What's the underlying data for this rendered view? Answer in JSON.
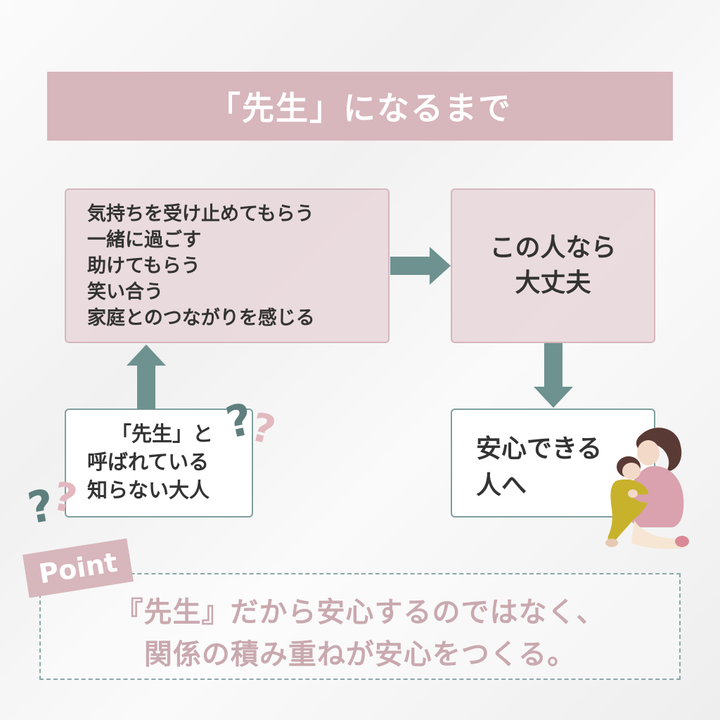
{
  "title": "「先生」になるまで",
  "boxes": {
    "actions": {
      "lines": [
        "気持ちを受け止めてもらう",
        "一緒に過ごす",
        "助けてもらう",
        "笑い合う",
        "家庭とのつながりを感じる"
      ]
    },
    "okay": {
      "lines": [
        "この人なら",
        "大丈夫"
      ]
    },
    "stranger": {
      "lines": [
        "「先生」と",
        "呼ばれている",
        "知らない大人"
      ]
    },
    "safe": {
      "lines": [
        "安心できる",
        "人へ"
      ]
    }
  },
  "point": {
    "tag": "Point",
    "lines": [
      "『先生』だから安心するのではなく、",
      "関係の積み重ねが安心をつくる。"
    ]
  },
  "icons": [
    "question-mark-icon",
    "arrow-up-icon",
    "arrow-right-icon",
    "arrow-down-icon",
    "mother-hugging-child-illustration"
  ],
  "colors": {
    "accent_pink": "#d7b6bc",
    "box_pink": "#e7d6d9",
    "teal": "#6e9290",
    "point_text": "#c9a9af"
  }
}
